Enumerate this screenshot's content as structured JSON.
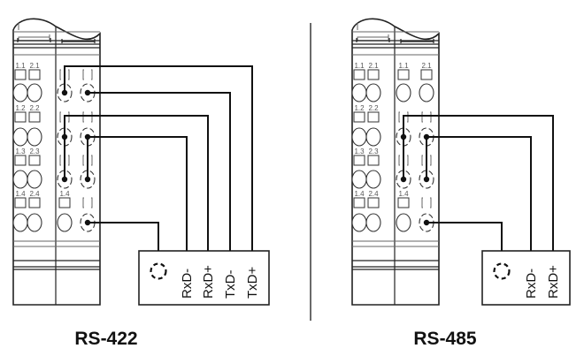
{
  "diagrams": [
    {
      "id": "rs422",
      "title": "RS-422",
      "slot_labels": [
        "1.1",
        "2.1",
        "1.2",
        "2.2",
        "1.3",
        "2.3",
        "1.4",
        "2.4"
      ],
      "terminal": {
        "shield_icon": "shield-ground-icon",
        "pins": [
          "RxD-",
          "RxD+",
          "TxD-",
          "TxD+"
        ]
      },
      "connections": [
        {
          "from": "1.1",
          "to": "TxD+"
        },
        {
          "from": "2.1",
          "to": "TxD-"
        },
        {
          "from": "1.2",
          "to": "RxD+",
          "bridged_to": "1.3"
        },
        {
          "from": "2.2",
          "to": "RxD-",
          "bridged_to": "2.3"
        },
        {
          "from": "2.4",
          "to": "shield"
        }
      ]
    },
    {
      "id": "rs485",
      "title": "RS-485",
      "slot_labels": [
        "1.1",
        "2.1",
        "1.2",
        "2.2",
        "1.3",
        "2.3",
        "1.4",
        "2.4"
      ],
      "terminal": {
        "shield_icon": "shield-ground-icon",
        "pins": [
          "RxD-",
          "RxD+"
        ]
      },
      "connections": [
        {
          "from": "1.2",
          "to": "RxD+",
          "bridged_to": "1.3"
        },
        {
          "from": "2.2",
          "to": "RxD-",
          "bridged_to": "2.3"
        },
        {
          "from": "2.4",
          "to": "shield"
        }
      ]
    }
  ]
}
